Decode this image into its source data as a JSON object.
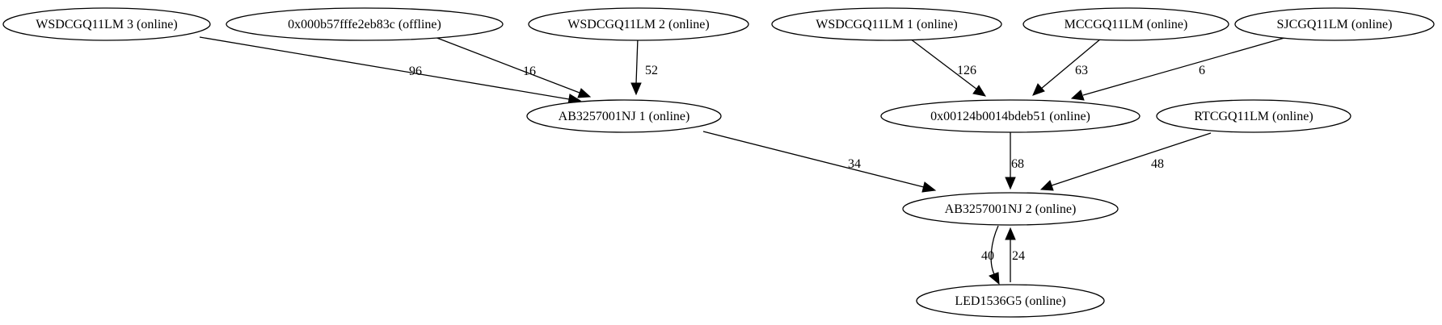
{
  "graph": {
    "nodes": [
      {
        "id": "n1",
        "label": "WSDCGQ11LM 3 (online)"
      },
      {
        "id": "n2",
        "label": "0x000b57fffe2eb83c (offline)"
      },
      {
        "id": "n3",
        "label": "WSDCGQ11LM 2 (online)"
      },
      {
        "id": "n4",
        "label": "WSDCGQ11LM 1 (online)"
      },
      {
        "id": "n5",
        "label": "MCCGQ11LM (online)"
      },
      {
        "id": "n6",
        "label": "SJCGQ11LM (online)"
      },
      {
        "id": "n7",
        "label": "AB3257001NJ 1 (online)"
      },
      {
        "id": "n8",
        "label": "0x00124b0014bdeb51 (online)"
      },
      {
        "id": "n9",
        "label": "RTCGQ11LM (online)"
      },
      {
        "id": "n10",
        "label": "AB3257001NJ 2 (online)"
      },
      {
        "id": "n11",
        "label": "LED1536G5 (online)"
      }
    ],
    "edges": [
      {
        "from": "n1",
        "to": "n7",
        "label": "96"
      },
      {
        "from": "n2",
        "to": "n7",
        "label": "16"
      },
      {
        "from": "n3",
        "to": "n7",
        "label": "52"
      },
      {
        "from": "n4",
        "to": "n8",
        "label": "126"
      },
      {
        "from": "n5",
        "to": "n8",
        "label": "63"
      },
      {
        "from": "n6",
        "to": "n8",
        "label": "6"
      },
      {
        "from": "n7",
        "to": "n10",
        "label": "34"
      },
      {
        "from": "n8",
        "to": "n10",
        "label": "68"
      },
      {
        "from": "n9",
        "to": "n10",
        "label": "48"
      },
      {
        "from": "n10",
        "to": "n11",
        "label": "40"
      },
      {
        "from": "n11",
        "to": "n10",
        "label": "24"
      }
    ]
  }
}
